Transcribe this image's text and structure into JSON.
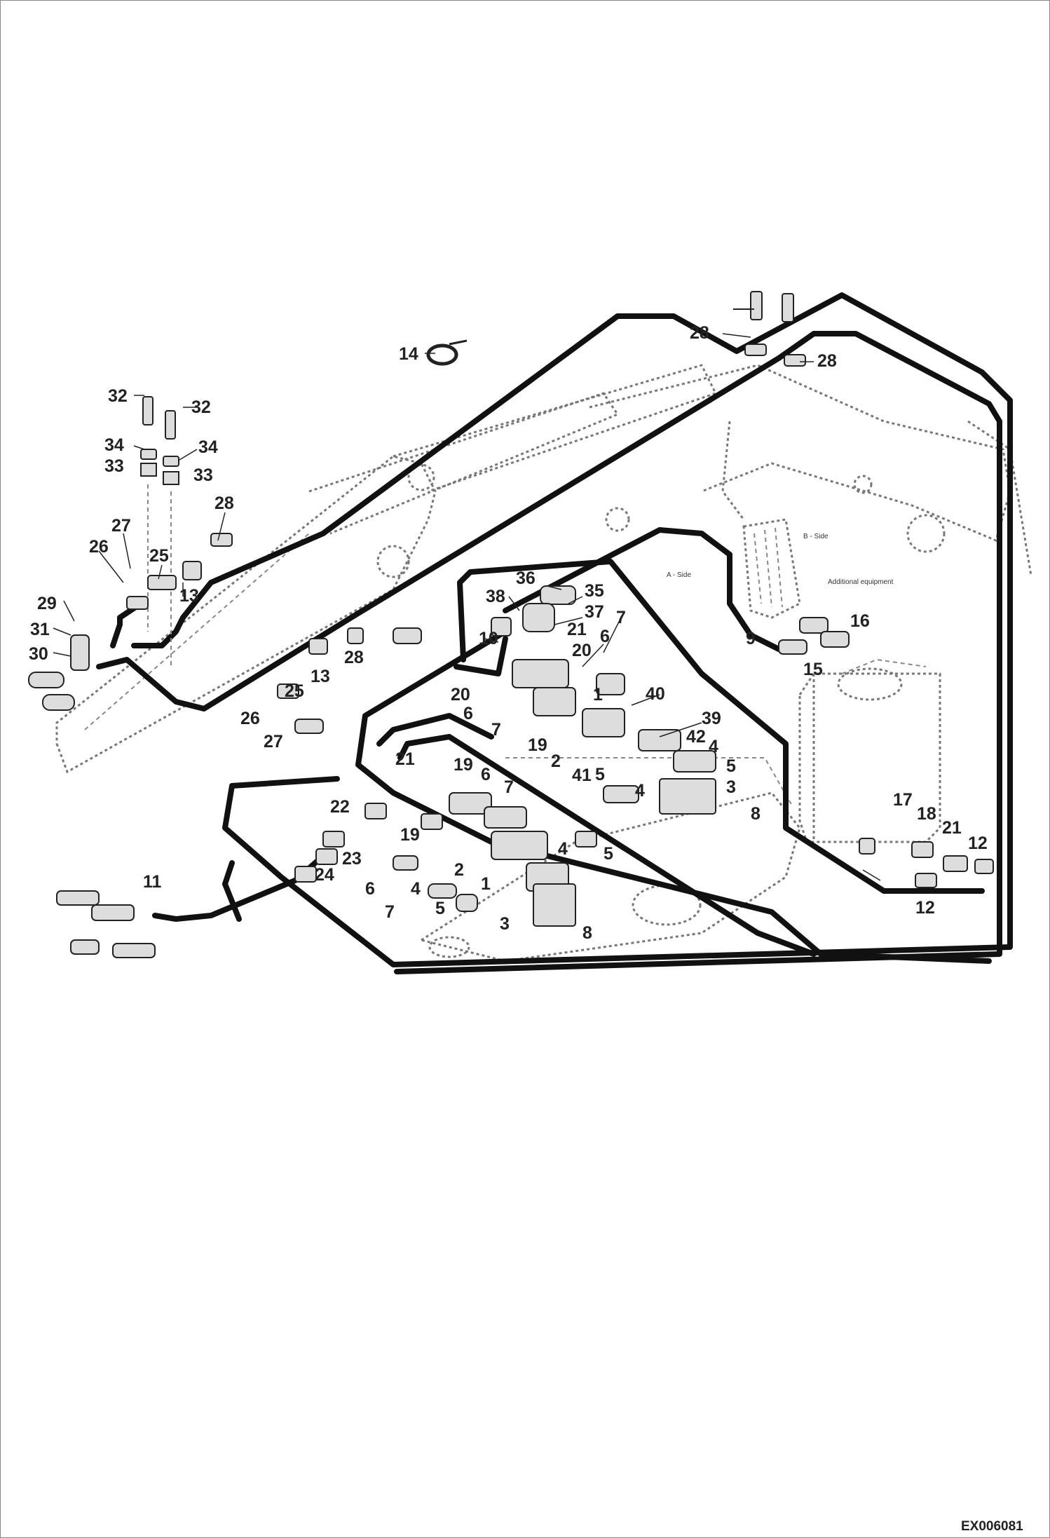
{
  "diagram": {
    "drawing_code": "EX006081",
    "area_labels": {
      "b_side": "B - Side",
      "a_side": "A - Side",
      "additional_equipment": "Additional equipment"
    },
    "callouts": {
      "c14": "14",
      "c28a": "28",
      "c28b": "28",
      "c28c": "28",
      "c28d": "28",
      "c32a": "32",
      "c32b": "32",
      "c34a": "34",
      "c34b": "34",
      "c33a": "33",
      "c33b": "33",
      "c27a": "27",
      "c27b": "27",
      "c26a": "26",
      "c26b": "26",
      "c25a": "25",
      "c25b": "25",
      "c13a": "13",
      "c13b": "13",
      "c29": "29",
      "c31": "31",
      "c30": "30",
      "c36": "36",
      "c35": "35",
      "c38": "38",
      "c37": "37",
      "c21a": "21",
      "c21b": "21",
      "c21c": "21",
      "c20a": "20",
      "c20b": "20",
      "c10": "10",
      "c6a": "6",
      "c6b": "6",
      "c6c": "6",
      "c6d": "6",
      "c7a": "7",
      "c7b": "7",
      "c7c": "7",
      "c7d": "7",
      "c1a": "1",
      "c1b": "1",
      "c40": "40",
      "c19a": "19",
      "c19b": "19",
      "c19c": "19",
      "c2a": "2",
      "c2b": "2",
      "c39": "39",
      "c42": "42",
      "c4a": "4",
      "c4b": "4",
      "c4c": "4",
      "c4d": "4",
      "c5a": "5",
      "c5b": "5",
      "c5c": "5",
      "c5d": "5",
      "c41": "41",
      "c3a": "3",
      "c3b": "3",
      "c8a": "8",
      "c8b": "8",
      "c9": "9",
      "c15": "15",
      "c16": "16",
      "c17": "17",
      "c18": "18",
      "c12a": "12",
      "c12b": "12",
      "c22": "22",
      "c23": "23",
      "c24": "24",
      "c11": "11"
    }
  }
}
